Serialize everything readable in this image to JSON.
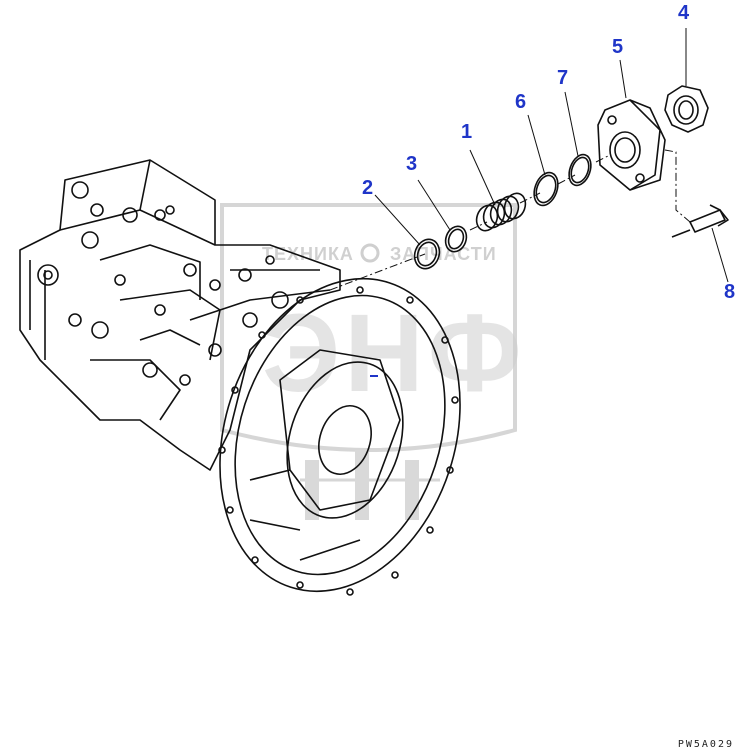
{
  "colors": {
    "callout": "#1f35c8",
    "line": "#111111",
    "watermark": "#d3d3d3",
    "leader": "#111111"
  },
  "watermark": {
    "line1": "ТЕХНИКА",
    "line2": "ЗАПЧАСТИ",
    "logo": "ЭНФ"
  },
  "callouts": [
    {
      "id": "1",
      "label": "1"
    },
    {
      "id": "2",
      "label": "2"
    },
    {
      "id": "3",
      "label": "3"
    },
    {
      "id": "4",
      "label": "4"
    },
    {
      "id": "5",
      "label": "5"
    },
    {
      "id": "6",
      "label": "6"
    },
    {
      "id": "7",
      "label": "7"
    },
    {
      "id": "8",
      "label": "8"
    }
  ],
  "drawing_code": "PW5A029"
}
